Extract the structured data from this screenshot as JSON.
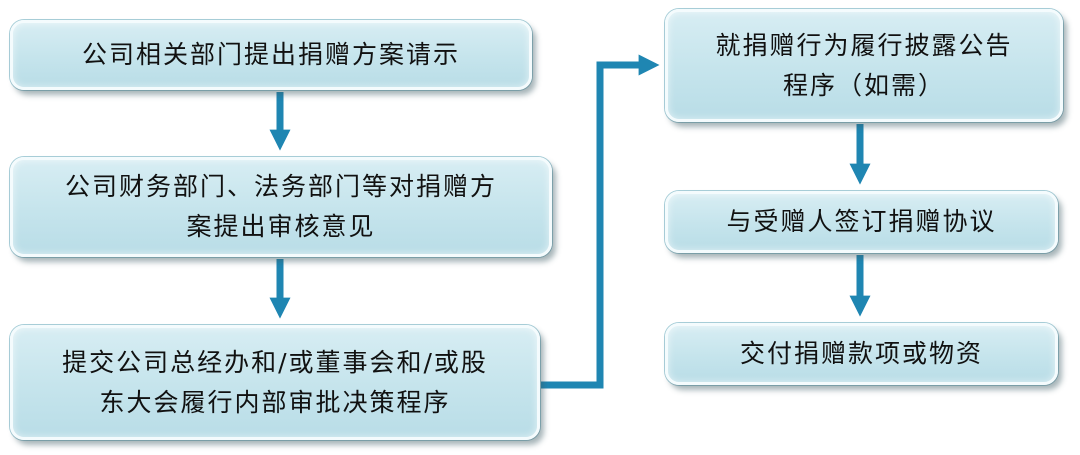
{
  "steps": [
    {
      "lines": [
        "公司相关部门提出捐赠方案请示"
      ]
    },
    {
      "lines": [
        "公司财务部门、法务部门等对捐赠方",
        "案提出审核意见"
      ]
    },
    {
      "lines": [
        "提交公司总经办和/或董事会和/或股",
        "东大会履行内部审批决策程序"
      ]
    },
    {
      "lines": [
        "就捐赠行为履行披露公告",
        "程序（如需）"
      ]
    },
    {
      "lines": [
        "与受赠人签订捐赠协议"
      ]
    },
    {
      "lines": [
        "交付捐赠款项或物资"
      ]
    }
  ],
  "colors": {
    "arrow": "#1f86b2",
    "box_fill": "#c5e4ec",
    "text": "#111111"
  }
}
